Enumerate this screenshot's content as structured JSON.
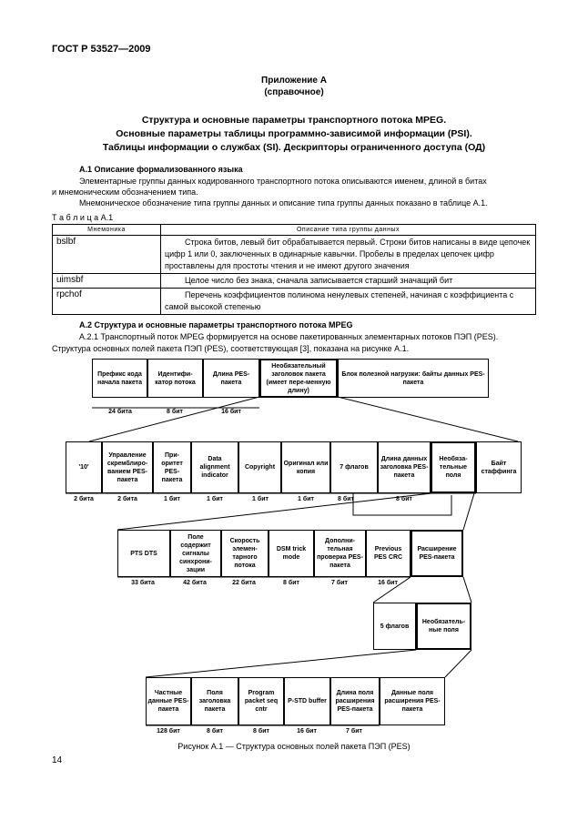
{
  "header": {
    "standard": "ГОСТ Р 53527—2009"
  },
  "appendix": {
    "title": "Приложение А",
    "subtitle": "(справочное)"
  },
  "heading": {
    "line1": "Структура и основные параметры транспортного потока MPEG.",
    "line2": "Основные параметры таблицы программно-зависимой информации (PSI).",
    "line3": "Таблицы информации о службах (SI). Дескрипторы ограниченного доступа (ОД)"
  },
  "section_a1": {
    "title": "А.1 Описание формализованного языка",
    "p1": "Элементарные группы данных кодированного транспортного потока описываются  именем, длиной в битах",
    "p1b": "и мнемоническим обозначением типа.",
    "p2": "Мнемоническое обозначение типа группы данных и описание типа группы данных показано в таблице А.1."
  },
  "table": {
    "caption": "Т а б л и ц а  А.1",
    "headers": [
      "Мнемоника",
      "Описание типа группы данных"
    ],
    "rows": [
      {
        "mnemonic": "bslbf",
        "description": "Строка битов, левый бит обрабатывается первый. Строки битов написаны в виде цепочек цифр 1 или 0, заключенных в одинарные кавычки. Пробелы в пределах цепочек цифр проставлены для простоты чтения и не имеют другого значения"
      },
      {
        "mnemonic": "uimsbf",
        "description": "Целое число без знака, сначала записывается старший значащий бит"
      },
      {
        "mnemonic": "rpchof",
        "description": "Перечень коэффициентов полинома ненулевых степеней, начиная с коэффициента с самой высокой степенью"
      }
    ]
  },
  "section_a2": {
    "title": "А.2 Структура и основные параметры транспортного потока MPEG",
    "p1": "А.2.1 Транспортный поток MPEG формируется на основе пакетированных элементарных потоков ПЭП (PES).",
    "p2": "Структура основных полей пакета ПЭП (PES), соответствующая [3], показана на рисунке А.1."
  },
  "diagram": {
    "row1": {
      "boxes": [
        "Префикс кода начала пакета",
        "Идентифи-катор потока",
        "Длина PES-пакета",
        "Необязательный заголовок пакета (имеет пере-менную длину)",
        "Блок полезной нагрузки: байты данных PES-пакета"
      ],
      "bits": [
        "24 бита",
        "8 бит",
        "16 бит"
      ]
    },
    "row2": {
      "boxes": [
        "'10'",
        "Управление скремблиро-ванием PES-пакета",
        "При-оритет PES-пакета",
        "Data alignment indicator",
        "Copyright",
        "Оригинал или копия",
        "7 флагов",
        "Длина данных заголовка PES-пакета",
        "Необяза-тельные поля",
        "Байт стаффинга"
      ],
      "bits": [
        "2 бита",
        "2 бита",
        "1 бит",
        "1 бит",
        "1 бит",
        "1 бит",
        "8 бит",
        "8 бит"
      ]
    },
    "row3": {
      "boxes": [
        "PTS DTS",
        "Поле содержит сигналы синхрони-зации",
        "Скорость элемен-тарного потока",
        "DSM trick mode",
        "Дополни-тельная проверка PES-пакета",
        "Previous PES CRC",
        "Расширение PES-пакета"
      ],
      "bits": [
        "33 бита",
        "42 бита",
        "22 бита",
        "8 бит",
        "7 бит",
        "16 бит"
      ]
    },
    "row4": {
      "boxes": [
        "5 флагов",
        "Необязатель-ные поля"
      ]
    },
    "row5": {
      "boxes": [
        "Частные данные PES-пакета",
        "Поля заголовка пакета",
        "Program packet seq cntr",
        "P-STD buffer",
        "Длина поля расширения PES-пакета",
        "Данные поля расширения PES-пакета"
      ],
      "bits": [
        "128 бит",
        "8 бит",
        "8 бит",
        "16 бит",
        "7 бит"
      ]
    },
    "caption": "Рисунок А.1 — Структура основных полей пакета ПЭП (PES)"
  },
  "footer": {
    "page_number": "14"
  }
}
